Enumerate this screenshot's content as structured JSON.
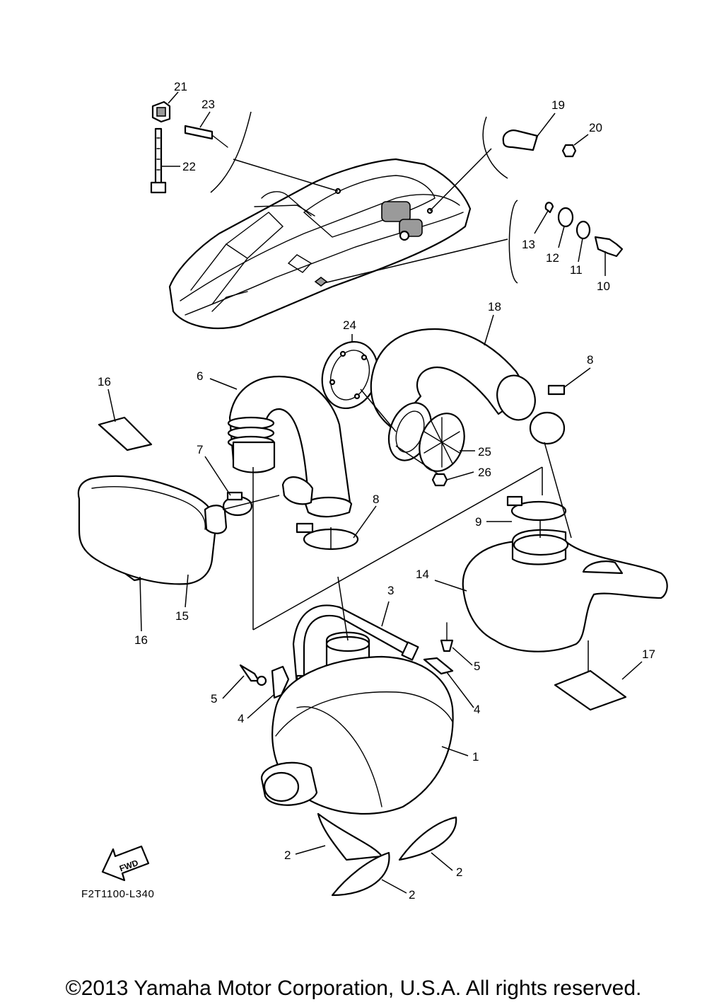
{
  "callouts": [
    {
      "label": "21"
    },
    {
      "label": "23"
    },
    {
      "label": "22"
    },
    {
      "label": "19"
    },
    {
      "label": "20"
    },
    {
      "label": "13"
    },
    {
      "label": "12"
    },
    {
      "label": "11"
    },
    {
      "label": "10"
    },
    {
      "label": "24"
    },
    {
      "label": "18"
    },
    {
      "label": "8"
    },
    {
      "label": "16"
    },
    {
      "label": "6"
    },
    {
      "label": "7"
    },
    {
      "label": "25"
    },
    {
      "label": "26"
    },
    {
      "label": "8"
    },
    {
      "label": "9"
    },
    {
      "label": "14"
    },
    {
      "label": "15"
    },
    {
      "label": "16"
    },
    {
      "label": "3"
    },
    {
      "label": "5"
    },
    {
      "label": "17"
    },
    {
      "label": "5"
    },
    {
      "label": "4"
    },
    {
      "label": "4"
    },
    {
      "label": "1"
    },
    {
      "label": "2"
    },
    {
      "label": "2"
    },
    {
      "label": "2"
    }
  ],
  "fwd_badge": "FWD",
  "diagram_code": "F2T1100-L340",
  "copyright": "©2013 Yamaha Motor Corporation, U.S.A. All rights reserved."
}
